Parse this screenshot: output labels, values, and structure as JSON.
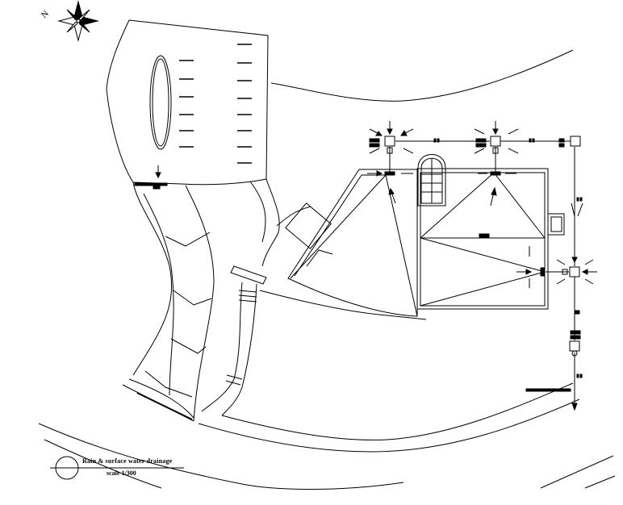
{
  "drawing": {
    "title": "Rain & surface water drainage",
    "scale": "scale 1/300",
    "north_label": "N"
  },
  "colors": {
    "line": "#000000",
    "background": "#ffffff"
  }
}
